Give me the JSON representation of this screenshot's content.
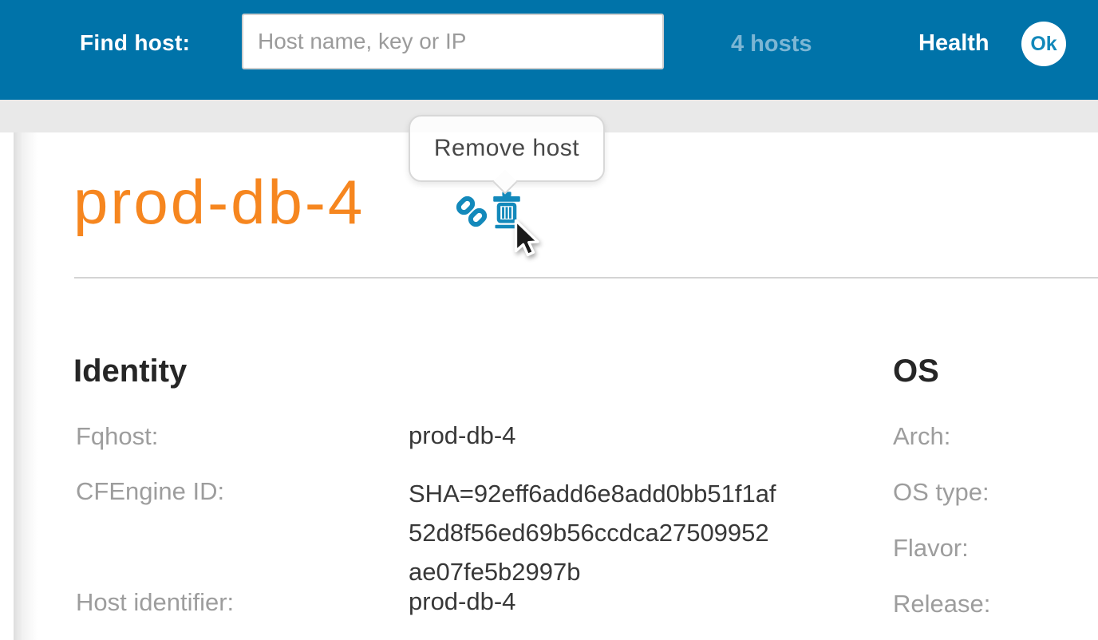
{
  "colors": {
    "header_bg": "#0073a9",
    "title_orange": "#f6861f",
    "icon_blue": "#1389bb",
    "hosts_link_blue": "#7cb6d4",
    "status_ok_text": "#1288ba",
    "subbar_gray": "#e9e9e9",
    "label_gray": "#9d9d9d"
  },
  "header": {
    "find_host_label": "Find host:",
    "search_placeholder": "Host name, key or IP",
    "search_value": "",
    "hosts_count_label": "4 hosts",
    "health_label": "Health",
    "health_status": "Ok"
  },
  "tooltip": {
    "text": "Remove host"
  },
  "host": {
    "title": "prod-db-4"
  },
  "icons": {
    "link": "link-icon",
    "trash": "trash-icon",
    "cursor": "mouse-cursor"
  },
  "identity": {
    "heading": "Identity",
    "rows": [
      {
        "label": "Fqhost:",
        "value": "prod-db-4"
      },
      {
        "label": "CFEngine ID:",
        "value": "SHA=92eff6add6e8add0bb51f1af52d8f56ed69b56ccdca27509952ae07fe5b2997b",
        "value_lines": [
          "SHA=92eff6add6e8add0bb51f1af",
          "52d8f56ed69b56ccdca27509952",
          "ae07fe5b2997b"
        ]
      },
      {
        "label": "Host identifier:",
        "value": "prod-db-4"
      }
    ]
  },
  "os": {
    "heading": "OS",
    "rows": [
      {
        "label": "Arch:",
        "value": ""
      },
      {
        "label": "OS type:",
        "value": ""
      },
      {
        "label": "Flavor:",
        "value": ""
      },
      {
        "label": "Release:",
        "value": ""
      }
    ]
  }
}
